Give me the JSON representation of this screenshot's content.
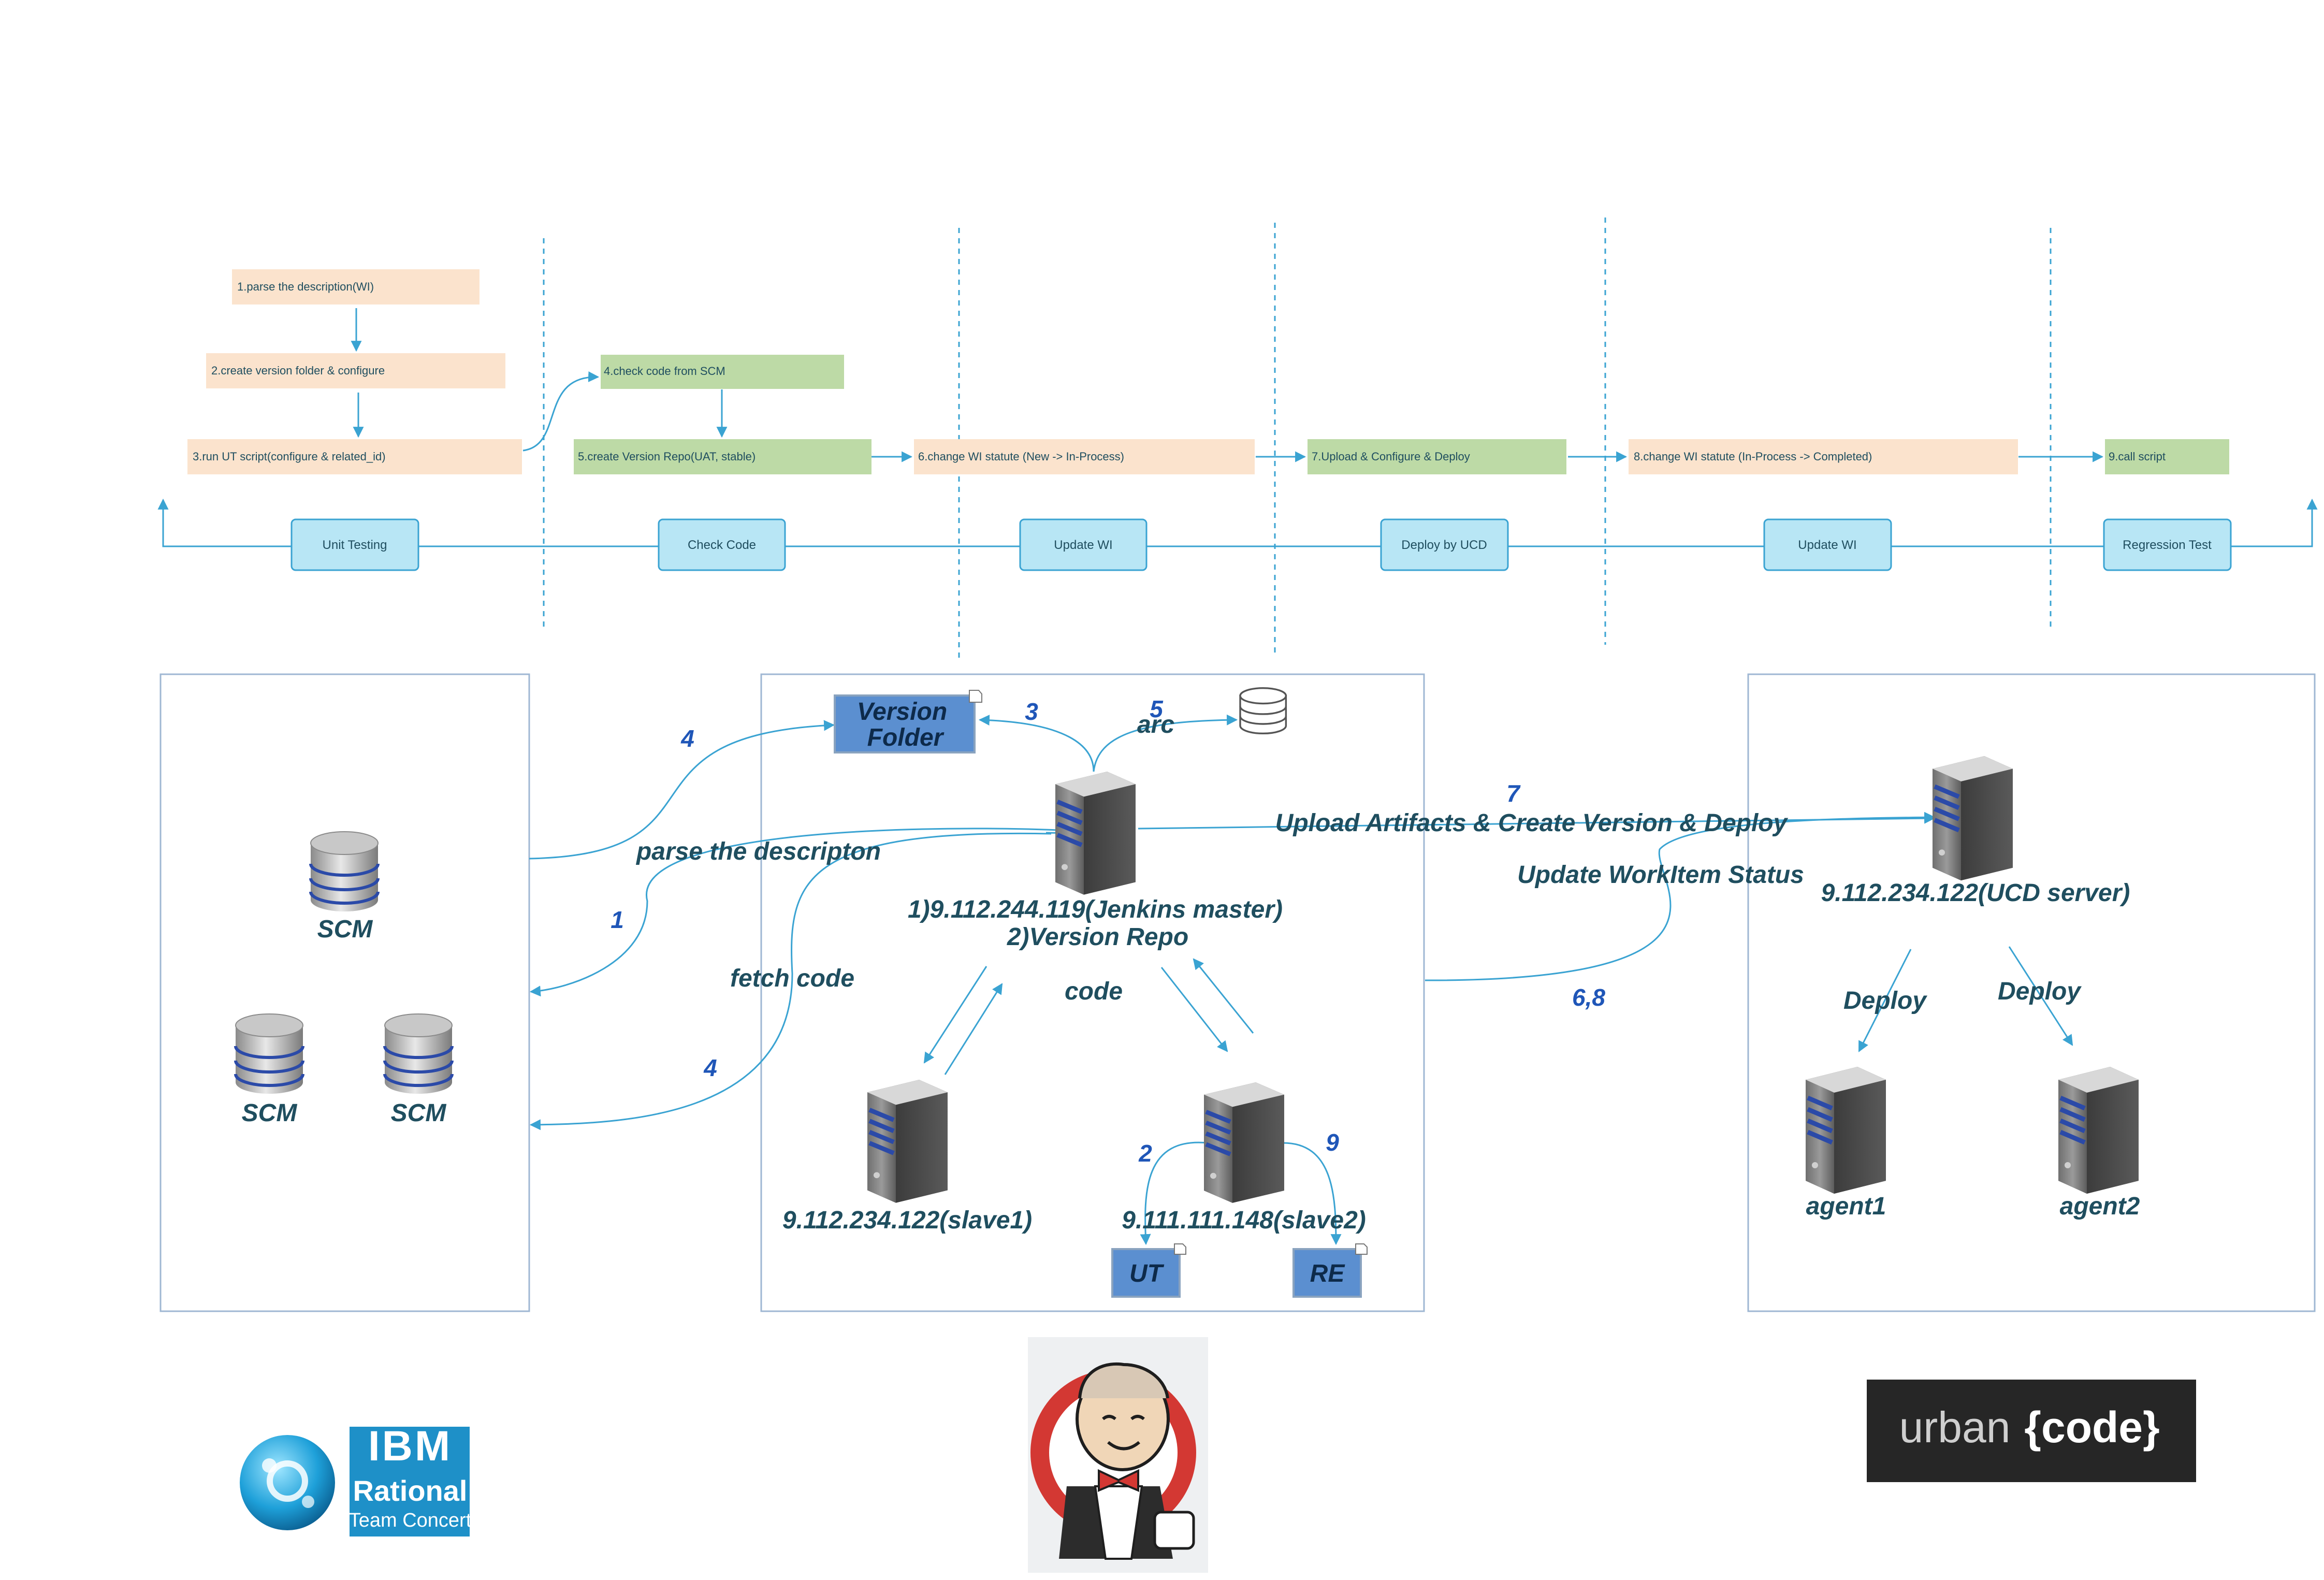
{
  "colors": {
    "orange_box": "#fbe3cd",
    "green_box": "#bddaa6",
    "stage_fill": "#b8e6f5",
    "stage_stroke": "#3aa3d2",
    "line": "#3aa3d2",
    "dashed": "#3aa3d2",
    "text_dark": "#1f4e5f",
    "number_blue": "#1f56b8",
    "blue_box": "#5b8fd0"
  },
  "flow_steps": [
    "1.parse the description(WI)",
    "2.create version folder & configure",
    "3.run UT script(configure & related_id)",
    "4.check code from SCM",
    "5.create Version Repo(UAT, stable)",
    "6.change WI statute (New -> In-Process)",
    "7.Upload & Configure & Deploy",
    "8.change WI statute (In-Process -> Completed)",
    "9.call script"
  ],
  "stages": [
    "Unit Testing",
    "Check Code",
    "Update WI",
    "Deploy by UCD",
    "Update WI",
    "Regression Test"
  ],
  "diagram": {
    "scm_label": "SCM",
    "version_folder": [
      "Version",
      "Folder"
    ],
    "arc": "arc",
    "jenkins_master": [
      "1)9.112.244.119(Jenkins master)",
      "2)Version Repo"
    ],
    "code": "code",
    "slave1": "9.112.234.122(slave1)",
    "slave2": "9.111.111.148(slave2)",
    "ut_box": "UT",
    "re_box": "RE",
    "parse": "parse the descripton",
    "fetch": "fetch code",
    "upload": "Upload Artifacts & Create Version & Deploy",
    "update_status": "Update WorkItem Status",
    "ucd_server": "9.112.234.122(UCD server)",
    "deploy": "Deploy",
    "agent1": "agent1",
    "agent2": "agent2",
    "numbers": {
      "n3": "3",
      "n5": "5",
      "n4a": "4",
      "n1": "1",
      "n4b": "4",
      "n7": "7",
      "n68": "6,8",
      "n2": "2",
      "n9": "9"
    }
  },
  "logos": {
    "ibm": "IBM",
    "rational": "Rational",
    "team_concert": "Team Concert",
    "urbancode_a": "urban",
    "urbancode_b": "{code}"
  },
  "icons": {
    "server": "server-icon",
    "database": "database-icon",
    "jenkins": "jenkins-logo",
    "rtc": "rtc-logo"
  }
}
